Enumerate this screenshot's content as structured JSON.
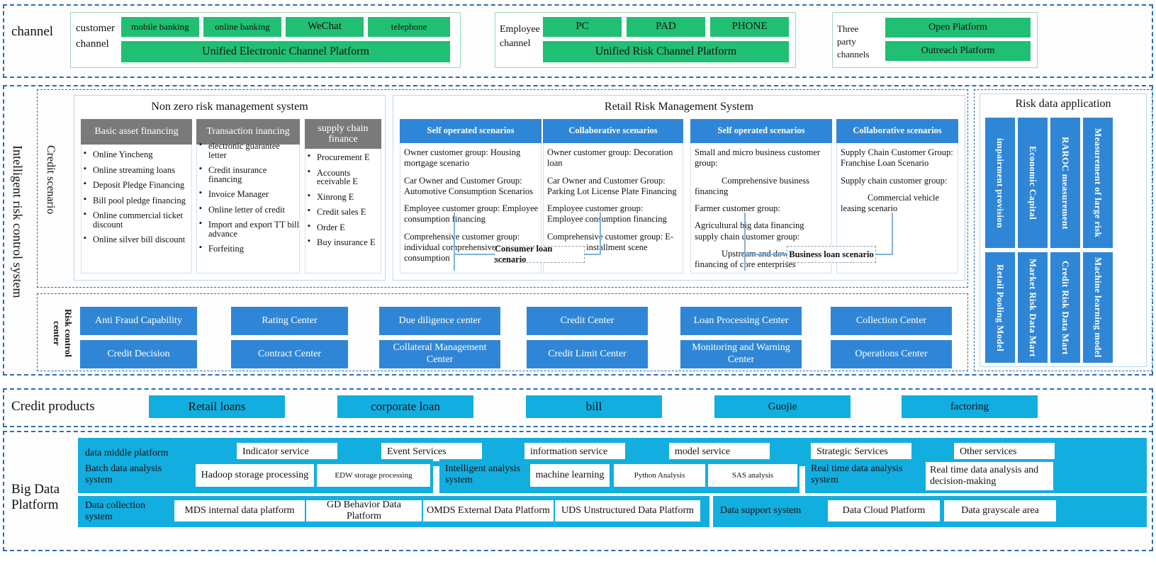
{
  "layers": {
    "channel": {
      "label": "channel"
    },
    "intelligent": {
      "label": "Intelligent risk control system",
      "credit_scenario": "Credit scenario",
      "risk_control_center": "Risk control center"
    },
    "credit_products": {
      "label": "Credit products"
    },
    "big_data": {
      "label": "Big Data Platform"
    }
  },
  "channel": {
    "groups": [
      {
        "name": "customer channel",
        "tiles": [
          "mobile banking",
          "online banking",
          "WeChat",
          "telephone"
        ],
        "platform": "Unified Electronic Channel Platform"
      },
      {
        "name": "Employee channel",
        "tiles": [
          "PC",
          "PAD",
          "PHONE"
        ],
        "platform": "Unified Risk Channel Platform"
      },
      {
        "name": "Three party channels",
        "tiles": [
          "Open Platform",
          "Outreach Platform"
        ],
        "platform": ""
      }
    ]
  },
  "non_zero": {
    "title": "Non zero risk management system",
    "columns": [
      {
        "head": "Basic asset financing",
        "items": [
          "Online Yincheng",
          "Online streaming loans",
          "Deposit Pledge Financing",
          "Bill pool pledge financing",
          "Online commercial ticket discount",
          "Online silver bill discount"
        ]
      },
      {
        "head": "Transaction inancing",
        "items": [
          "electronic guarantee letter",
          "Credit insurance financing",
          "Invoice Manager",
          "Online letter of credit",
          "Import and export TT bill advance",
          "Forfeiting"
        ]
      },
      {
        "head": "supply chain finance",
        "items": [
          "Procurement E",
          "Accounts eceivable E",
          "Xinrong E",
          "Credit sales E",
          "Order E",
          "Buy insurance E"
        ]
      }
    ]
  },
  "retail": {
    "title": "Retail Risk Management System",
    "columns": [
      {
        "head": "Self operated scenarios",
        "paragraphs": [
          "Owner customer group: Housing mortgage scenario",
          "Car Owner and Customer Group: Automotive Consumption Scenarios",
          "Employee customer group: Employee consumption financing",
          "Comprehensive customer group: individual comprehensive consumption"
        ]
      },
      {
        "head": "Collaborative scenarios",
        "paragraphs": [
          "Owner customer group: Decoration loan",
          "Car Owner and Customer Group: Parking Lot License Plate Financing",
          "Employee customer group: Employee consumption financing",
          "Comprehensive customer group: E-commerce installment scene"
        ]
      },
      {
        "head": "Self operated scenarios",
        "paragraphs": [
          "Small and micro business customer group:",
          "Comprehensive business financing",
          "Farmer customer group:",
          "Agricultural big data financing supply chain customer group:",
          "Upstream and downstream financing of core enterprises"
        ]
      },
      {
        "head": "Collaborative scenarios",
        "paragraphs": [
          "Supply Chain Customer Group: Franchise Loan Scenario",
          "Supply chain customer group:",
          "Commercial vehicle leasing scenario"
        ]
      }
    ],
    "consumer_tag": "Consumer loan scenario",
    "business_tag": "Business loan scenario"
  },
  "risk_data_application": {
    "title": "Risk data application",
    "top_row": [
      "impairment provision",
      "Economic Capital",
      "RAROC measurement",
      "Measurement of large risk"
    ],
    "bottom_row": [
      "Retail Pooling Model",
      "Market Risk Data Mart",
      "Credit Risk Data Mart",
      "Machine learning model"
    ]
  },
  "risk_control_center": {
    "row1": [
      "Anti Fraud Capability",
      "Rating Center",
      "Due diligence center",
      "Credit Center",
      "Loan Processing Center",
      "Collection Center"
    ],
    "row2": [
      "Credit Decision",
      "Contract Center",
      "Collateral Management Center",
      "Credit Limit Center",
      "Monitoring and Warning Center",
      "Operations Center"
    ]
  },
  "credit_products": {
    "items": [
      "Retail loans",
      "corporate loan",
      "bill",
      "Guojie",
      "factoring"
    ]
  },
  "big_data": {
    "rows": [
      {
        "label": "data middle platform",
        "chips": [
          "Indicator service",
          "Event Services",
          "information service",
          "model service",
          "Strategic Services",
          "Other services"
        ]
      },
      {
        "groups": [
          {
            "label": "Batch data analysis system",
            "chips": [
              "Hadoop storage processing",
              "EDW storage processing"
            ]
          },
          {
            "label": "Intelligent analysis system",
            "chips": [
              "machine learning",
              "Python Analysis",
              "SAS analysis"
            ]
          },
          {
            "label": "Real time data analysis system",
            "chips": [
              "Real time data analysis and decision-making"
            ]
          }
        ]
      },
      {
        "groups": [
          {
            "label": "Data collection system",
            "chips": [
              "MDS internal data platform",
              "GD Behavior Data Platform",
              "OMDS External Data Platform",
              "UDS Unstructured Data Platform"
            ]
          },
          {
            "label": "Data support system",
            "chips": [
              "Data Cloud Platform",
              "Data grayscale area"
            ]
          }
        ]
      }
    ]
  },
  "colors": {
    "green": "#21bf73",
    "blue": "#3086d6",
    "cyan": "#12aee0",
    "grey_head": "#7a7a7a",
    "dash_border": "#2b6cb0"
  }
}
